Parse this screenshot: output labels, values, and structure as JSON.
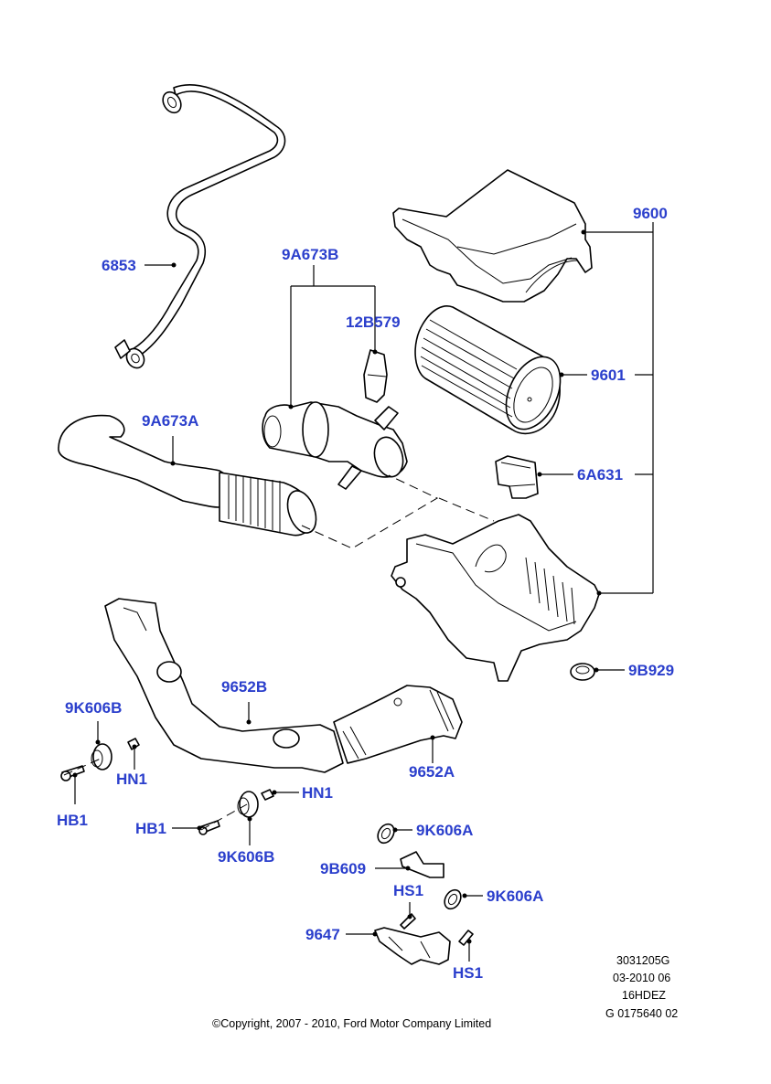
{
  "diagram": {
    "colors": {
      "callout": "#2b3fcc",
      "lines": "#000000",
      "background": "#ffffff"
    },
    "parts": [
      {
        "id": "6853",
        "description": "breather hose"
      },
      {
        "id": "9A673B",
        "description": "air intake resonator assembly"
      },
      {
        "id": "12B579",
        "description": "mass air flow sensor"
      },
      {
        "id": "9A673A",
        "description": "air intake hose"
      },
      {
        "id": "9600",
        "description": "air cleaner assembly"
      },
      {
        "id": "9601",
        "description": "air filter element"
      },
      {
        "id": "6A631",
        "description": "block"
      },
      {
        "id": "9B929",
        "description": "grommet"
      },
      {
        "id": "9652B",
        "description": "air intake duct"
      },
      {
        "id": "9652A",
        "description": "air intake duct"
      },
      {
        "id": "9K606B",
        "description": "insulator"
      },
      {
        "id": "HN1",
        "description": "nut"
      },
      {
        "id": "HB1",
        "description": "bolt"
      },
      {
        "id": "9K606A",
        "description": "insulator"
      },
      {
        "id": "9B609",
        "description": "bracket"
      },
      {
        "id": "HS1",
        "description": "screw"
      },
      {
        "id": "9647",
        "description": "bracket"
      }
    ],
    "callouts": {
      "c6853": "6853",
      "c9A673B": "9A673B",
      "c12B579": "12B579",
      "c9A673A": "9A673A",
      "c9600": "9600",
      "c9601": "9601",
      "c6A631": "6A631",
      "c9B929": "9B929",
      "c9652B": "9652B",
      "c9652A": "9652A",
      "c9K606B_left": "9K606B",
      "cHN1_left": "HN1",
      "cHB1_left": "HB1",
      "cHN1_right": "HN1",
      "cHB1_right": "HB1",
      "c9K606B_right": "9K606B",
      "c9K606A_top": "9K606A",
      "c9B609": "9B609",
      "cHS1_top": "HS1",
      "c9K606A_bottom": "9K606A",
      "c9647": "9647",
      "cHS1_bottom": "HS1"
    },
    "reference": {
      "line1": "3031205G",
      "line2": "03-2010 06",
      "line3": "16HDEZ",
      "line4": "G 0175640 02"
    },
    "copyright": "©Copyright, 2007 - 2010, Ford Motor Company Limited"
  }
}
